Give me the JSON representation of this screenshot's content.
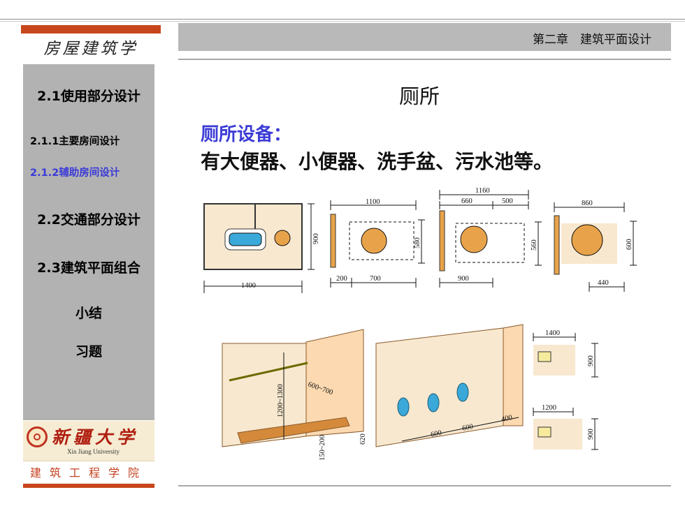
{
  "sidebar": {
    "course_title": "房屋建筑学",
    "items": [
      {
        "label": "2.1使用部分设计"
      },
      {
        "label": "2.1.1主要房间设计"
      },
      {
        "label": "2.1.2辅助房间设计"
      },
      {
        "label": "2.2交通部分设计"
      },
      {
        "label": "2.3建筑平面组合"
      },
      {
        "label": "小结"
      },
      {
        "label": "习题"
      }
    ],
    "university_cn": "新疆大学",
    "university_en": "Xin Jiang University",
    "college": "建筑工程学院"
  },
  "header": {
    "chapter": "第二章　建筑平面设计"
  },
  "main": {
    "title": "厕所",
    "subtitle": "厕所设备：",
    "description": "有大便器、小便器、洗手盆、污水池等。"
  },
  "dimensions": {
    "d1400a": "1400",
    "d900a": "900",
    "d1100": "1100",
    "d200": "200",
    "d700": "700",
    "d580": "580",
    "d1160": "1160",
    "d660": "660",
    "d500": "500",
    "d900b": "900",
    "d560": "560",
    "d860": "860",
    "d600a": "600",
    "d440": "440",
    "d1200_1300": "1200~1300",
    "d600_700": "600~700",
    "d150_200": "150~200",
    "d620": "620",
    "d600b": "600",
    "d600c": "600",
    "d400": "400",
    "d1400b": "1400",
    "d900c": "900",
    "d1200": "1200",
    "d900d": "900"
  },
  "colors": {
    "accent_red": "#c8461c",
    "sidebar_gray": "#b2b2b2",
    "active_blue": "#3a3ad8",
    "fixture_blue": "#3aa8d8",
    "person_orange": "#e8a34a",
    "wall_beige": "#f8e8cf"
  }
}
